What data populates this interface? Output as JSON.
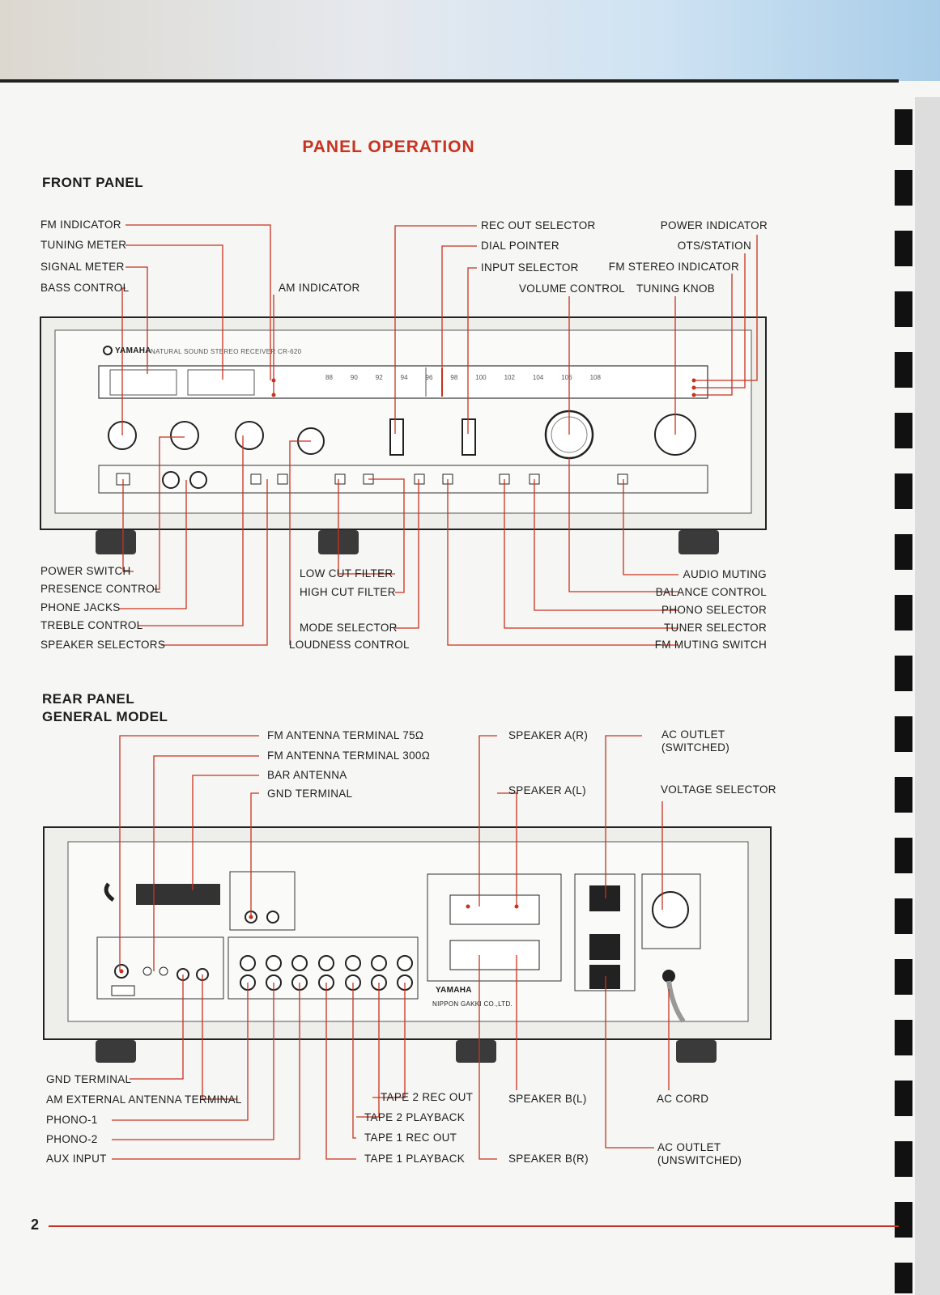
{
  "page": {
    "title": "PANEL OPERATION",
    "number": "2"
  },
  "front": {
    "heading": "FRONT PANEL",
    "brand": "YAMAHA",
    "model_line": "NATURAL SOUND STEREO RECEIVER CR-620",
    "dial_numbers": [
      "88",
      "90",
      "92",
      "94",
      "96",
      "98",
      "100",
      "102",
      "104",
      "106",
      "108"
    ],
    "labels": {
      "fm_indicator": "FM INDICATOR",
      "tuning_meter": "TUNING METER",
      "signal_meter": "SIGNAL METER",
      "bass_control": "BASS CONTROL",
      "am_indicator": "AM INDICATOR",
      "rec_out_selector": "REC OUT SELECTOR",
      "dial_pointer": "DIAL POINTER",
      "input_selector": "INPUT SELECTOR",
      "volume_control": "VOLUME CONTROL",
      "power_indicator": "POWER INDICATOR",
      "ots_station": "OTS/STATION",
      "fm_stereo_indicator": "FM STEREO INDICATOR",
      "tuning_knob": "TUNING KNOB",
      "power_switch": "POWER SWITCH",
      "presence_control": "PRESENCE CONTROL",
      "phone_jacks": "PHONE JACKS",
      "treble_control": "TREBLE CONTROL",
      "speaker_selectors": "SPEAKER SELECTORS",
      "low_cut_filter": "LOW CUT FILTER",
      "high_cut_filter": "HIGH CUT FILTER",
      "mode_selector": "MODE SELECTOR",
      "loudness_control": "LOUDNESS CONTROL",
      "audio_muting": "AUDIO MUTING",
      "balance_control": "BALANCE CONTROL",
      "phono_selector": "PHONO SELECTOR",
      "tuner_selector": "TUNER SELECTOR",
      "fm_muting_switch": "FM MUTING SWITCH"
    }
  },
  "rear": {
    "heading": "REAR PANEL",
    "subheading": "GENERAL MODEL",
    "brand": "YAMAHA",
    "maker": "NIPPON GAKKI CO.,LTD.",
    "labels": {
      "fm_ant_75": "FM ANTENNA TERMINAL 75Ω",
      "fm_ant_300": "FM ANTENNA TERMINAL 300Ω",
      "bar_antenna": "BAR ANTENNA",
      "gnd_terminal_top": "GND TERMINAL",
      "speaker_a_r": "SPEAKER A(R)",
      "speaker_a_l": "SPEAKER A(L)",
      "ac_outlet_switched_1": "AC OUTLET",
      "ac_outlet_switched_2": "(SWITCHED)",
      "voltage_selector": "VOLTAGE SELECTOR",
      "gnd_terminal_bottom": "GND TERMINAL",
      "am_ext_antenna": "AM EXTERNAL ANTENNA TERMINAL",
      "phono1": "PHONO-1",
      "phono2": "PHONO-2",
      "aux_input": "AUX INPUT",
      "tape2_rec_out": "TAPE 2 REC OUT",
      "tape2_playback": "TAPE 2 PLAYBACK",
      "tape1_rec_out": "TAPE 1 REC OUT",
      "tape1_playback": "TAPE 1 PLAYBACK",
      "speaker_b_l": "SPEAKER B(L)",
      "speaker_b_r": "SPEAKER B(R)",
      "ac_cord": "AC CORD",
      "ac_outlet_unswitched_1": "AC OUTLET",
      "ac_outlet_unswitched_2": "(UNSWITCHED)"
    }
  },
  "colors": {
    "accent": "#c8321f",
    "ink": "#1d1d1d",
    "paper": "#f6f6f4"
  }
}
